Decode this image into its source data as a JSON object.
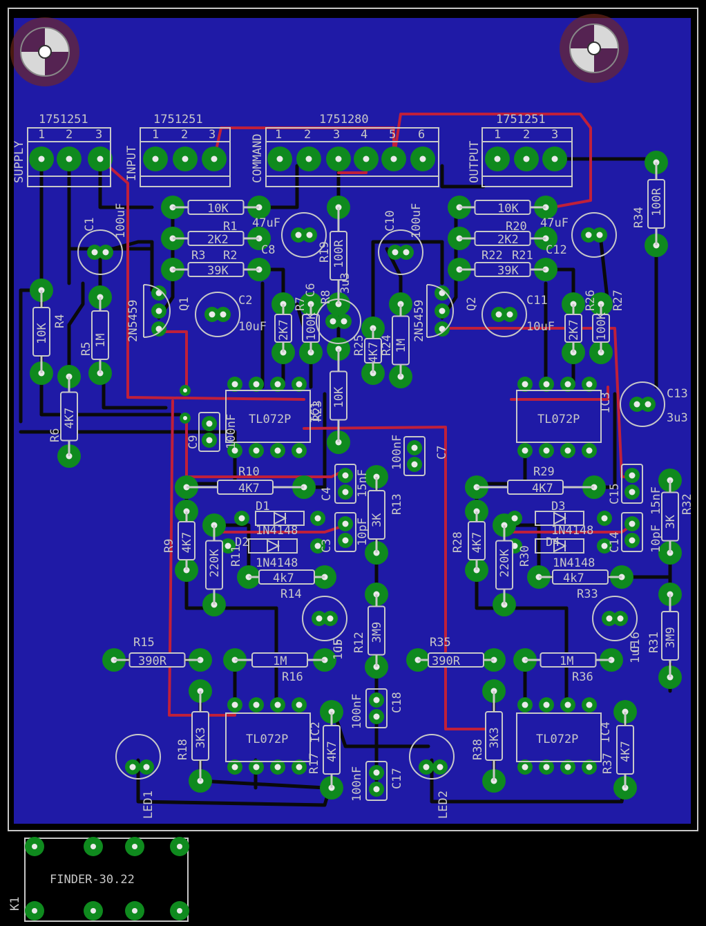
{
  "colors": {
    "background": "#000000",
    "copper_bottom": "#1f1aa6",
    "copper_top_trace": "#c0203a",
    "pad": "#0f8a1e",
    "silkscreen": "#c8c8c8"
  },
  "connectors": [
    {
      "ref": "SUPPLY",
      "part": "1751251",
      "pins": [
        "1",
        "2",
        "3"
      ]
    },
    {
      "ref": "INPUT",
      "part": "1751251",
      "pins": [
        "1",
        "2",
        "3"
      ]
    },
    {
      "ref": "COMMAND",
      "part": "1751280",
      "pins": [
        "1",
        "2",
        "3",
        "4",
        "5",
        "6"
      ]
    },
    {
      "ref": "OUTPUT",
      "part": "1751251",
      "pins": [
        "1",
        "2",
        "3"
      ]
    }
  ],
  "resistors": [
    {
      "ref": "R1",
      "value": "10K"
    },
    {
      "ref": "R2",
      "value": "39K"
    },
    {
      "ref": "R3",
      "value": "2K2"
    },
    {
      "ref": "R4",
      "value": "10K"
    },
    {
      "ref": "R5",
      "value": "1M"
    },
    {
      "ref": "R6",
      "value": "4K7"
    },
    {
      "ref": "R7",
      "value": "2K7"
    },
    {
      "ref": "R8",
      "value": "100K"
    },
    {
      "ref": "R19",
      "value": "100R"
    },
    {
      "ref": "R25",
      "value": "4K7"
    },
    {
      "ref": "R24",
      "value": "1M"
    },
    {
      "ref": "R10",
      "value": "4K7"
    },
    {
      "ref": "R9",
      "value": "4K7"
    },
    {
      "ref": "R11",
      "value": "220K"
    },
    {
      "ref": "R13",
      "value": "3K"
    },
    {
      "ref": "R14",
      "value": "4k7"
    },
    {
      "ref": "R12",
      "value": "3M9"
    },
    {
      "ref": "R15",
      "value": "390R"
    },
    {
      "ref": "R16",
      "value": "1M"
    },
    {
      "ref": "R17",
      "value": "4K7"
    },
    {
      "ref": "R18",
      "value": "3K3"
    },
    {
      "ref": "R20",
      "value": "10K"
    },
    {
      "ref": "R21",
      "value": "39K"
    },
    {
      "ref": "R22",
      "value": "2K2"
    },
    {
      "ref": "R26",
      "value": "100K"
    },
    {
      "ref": "R27",
      "value": "2K7"
    },
    {
      "ref": "R23",
      "value": "10K"
    },
    {
      "ref": "R34",
      "value": "100R"
    },
    {
      "ref": "R29",
      "value": "4K7"
    },
    {
      "ref": "R28",
      "value": "4K7"
    },
    {
      "ref": "R30",
      "value": "220K"
    },
    {
      "ref": "R32",
      "value": "3K"
    },
    {
      "ref": "R33",
      "value": "4k7"
    },
    {
      "ref": "R31",
      "value": "3M9"
    },
    {
      "ref": "R35",
      "value": "390R"
    },
    {
      "ref": "R36",
      "value": "1M"
    },
    {
      "ref": "R37",
      "value": "4K7"
    },
    {
      "ref": "R38",
      "value": "3K3"
    }
  ],
  "capacitors": [
    {
      "ref": "C1",
      "value": "100uF"
    },
    {
      "ref": "C2",
      "value": "10uF"
    },
    {
      "ref": "C8",
      "value": "47uF"
    },
    {
      "ref": "C6",
      "value": "3u3"
    },
    {
      "ref": "C9",
      "value": "100nF"
    },
    {
      "ref": "C4",
      "value": "15nF"
    },
    {
      "ref": "C3",
      "value": "10pF"
    },
    {
      "ref": "C7",
      "value": "100nF"
    },
    {
      "ref": "C5",
      "value": "1uF"
    },
    {
      "ref": "C18",
      "value": "100nF"
    },
    {
      "ref": "C17",
      "value": "100nF"
    },
    {
      "ref": "C10",
      "value": "100uF"
    },
    {
      "ref": "C11",
      "value": "10uF"
    },
    {
      "ref": "C12",
      "value": "47uF"
    },
    {
      "ref": "C13",
      "value": "3u3"
    },
    {
      "ref": "C15",
      "value": "15nF"
    },
    {
      "ref": "C14",
      "value": "10pF"
    },
    {
      "ref": "C16",
      "value": "1uF"
    }
  ],
  "transistors": [
    {
      "ref": "Q1",
      "value": "2N5459"
    },
    {
      "ref": "Q2",
      "value": "2N5459"
    }
  ],
  "ics": [
    {
      "ref": "IC1",
      "value": "TL072P"
    },
    {
      "ref": "IC3",
      "value": "TL072P"
    },
    {
      "ref": "IC2",
      "value": "TL072P"
    },
    {
      "ref": "IC4",
      "value": "TL072P"
    }
  ],
  "diodes": [
    {
      "ref": "D1",
      "value": "1N4148"
    },
    {
      "ref": "D2",
      "value": "1N4148"
    },
    {
      "ref": "D3",
      "value": "1N4148"
    },
    {
      "ref": "D4",
      "value": "1N4148"
    }
  ],
  "leds": [
    {
      "ref": "LED1"
    },
    {
      "ref": "LED2"
    }
  ],
  "relay": {
    "ref": "K1",
    "value": "FINDER-30.22"
  }
}
